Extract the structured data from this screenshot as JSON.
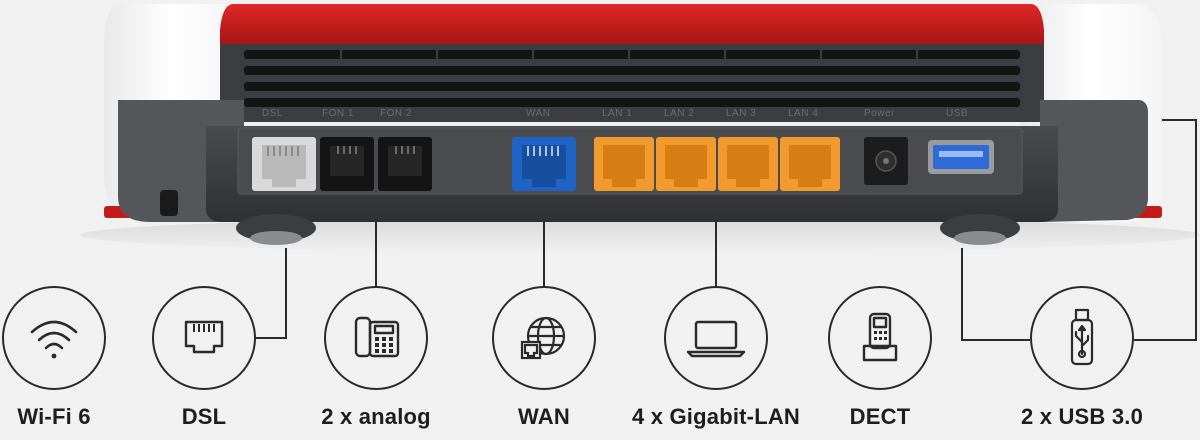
{
  "router": {
    "port_labels": [
      "DSL",
      "FON 1",
      "FON 2",
      "WAN",
      "LAN 1",
      "LAN 2",
      "LAN 3",
      "LAN 4",
      "Power",
      "USB"
    ],
    "colors": {
      "top_red": "#c41a1a",
      "chassis": "#3b3c3f",
      "panel": "#4a4b4f",
      "shell": "#ffffff",
      "port_dsl": "#d9d9d9",
      "port_fon": "#141414",
      "port_wan": "#1e63c5",
      "port_lan": "#f29a2e",
      "port_usb": "#2f6bd8"
    }
  },
  "features": [
    {
      "label": "Wi-Fi 6",
      "icon": "wifi-icon"
    },
    {
      "label": "DSL",
      "icon": "dsl-port-icon"
    },
    {
      "label": "2 x analog",
      "icon": "telephone-icon"
    },
    {
      "label": "WAN",
      "icon": "globe-network-icon"
    },
    {
      "label": "4 x Gigabit-LAN",
      "icon": "laptop-icon"
    },
    {
      "label": "DECT",
      "icon": "cordless-phone-icon"
    },
    {
      "label": "2 x USB 3.0",
      "icon": "usb-stick-icon"
    }
  ]
}
